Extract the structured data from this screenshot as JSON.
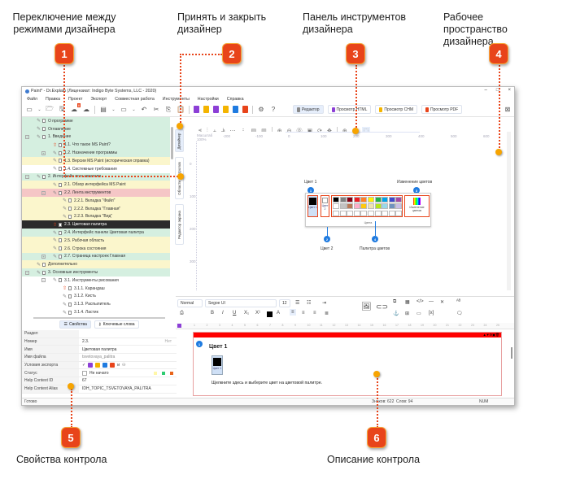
{
  "callouts": [
    {
      "n": "1",
      "text": "Переключение между режимами дизайнера"
    },
    {
      "n": "2",
      "text": "Принять и закрыть дизайнер"
    },
    {
      "n": "3",
      "text": "Панель инструментов дизайнера"
    },
    {
      "n": "4",
      "text": "Рабочее пространство дизайнера"
    },
    {
      "n": "5",
      "text": "Свойства контрола"
    },
    {
      "n": "6",
      "text": "Описание контрола"
    }
  ],
  "window": {
    "title": "Paint* - Dr.Explain (Лицензиат: Indigo Byte Systems, LLC - 2020)",
    "controls": {
      "minimize": "–",
      "maximize": "□",
      "close": "×"
    },
    "menu": [
      "Файл",
      "Правка",
      "Проект",
      "Экспорт",
      "Совместная работа",
      "Инструменты",
      "Настройки",
      "Справка"
    ],
    "toolbar": {
      "upload_badge": "8",
      "view_buttons": [
        {
          "label": "Редактор",
          "color": "#555555"
        },
        {
          "label": "Просмотр HTML",
          "color": "#8c3fd6"
        },
        {
          "label": "Просмотр CHM",
          "color": "#f4b400"
        },
        {
          "label": "Просмотр PDF",
          "color": "#e8441a"
        }
      ],
      "doc_icons_colors": [
        "#8c3fd6",
        "#f4b400",
        "#8c3fd6",
        "#f4b400",
        "#1f7be0",
        "#e8441a"
      ]
    },
    "tree": [
      {
        "label": "О программе",
        "level": 0,
        "bg": "g",
        "icon": "edit"
      },
      {
        "label": "Оглавление",
        "level": 0,
        "bg": "g",
        "icon": "edit"
      },
      {
        "label": "1. Введение",
        "level": 0,
        "bg": "g",
        "icon": "edit",
        "expander": "⊟"
      },
      {
        "label": "1.1. Что такое MS Paint?",
        "level": 1,
        "bg": "g",
        "icon": "up"
      },
      {
        "label": "1.2. Назначение программы",
        "level": 1,
        "bg": "g",
        "icon": "edit",
        "expander": "⊞"
      },
      {
        "label": "1.3. Версии MS Paint (историческая справка)",
        "level": 1,
        "bg": "y",
        "icon": "edit"
      },
      {
        "label": "1.4. Системные требования",
        "level": 1,
        "bg": "w",
        "icon": "edit"
      },
      {
        "label": "2. Интерфейс пользователя",
        "level": 0,
        "bg": "g",
        "icon": "edit",
        "expander": "⊟"
      },
      {
        "label": "2.1. Обзор интерфейса MS Paint",
        "level": 1,
        "bg": "y",
        "icon": "edit"
      },
      {
        "label": "2.2. Лента инструментов",
        "level": 1,
        "bg": "r",
        "icon": "edit",
        "expander": "⊟"
      },
      {
        "label": "2.2.1. Вкладка \"Файл\"",
        "level": 2,
        "bg": "y",
        "icon": "edit"
      },
      {
        "label": "2.2.2. Вкладка \"Главная\"",
        "level": 2,
        "bg": "y",
        "icon": "edit"
      },
      {
        "label": "2.2.3. Вкладка \"Вид\"",
        "level": 2,
        "bg": "y",
        "icon": "edit"
      },
      {
        "label": "2.3. Цветовая палитра",
        "level": 1,
        "bg": "k",
        "icon": "up"
      },
      {
        "label": "2.4. Интерфейс панели Цветовая палитра",
        "level": 1,
        "bg": "g",
        "icon": "edit"
      },
      {
        "label": "2.5. Рабочая область",
        "level": 1,
        "bg": "y",
        "icon": "edit"
      },
      {
        "label": "2.6. Строка состояния",
        "level": 1,
        "bg": "y",
        "icon": "edit"
      },
      {
        "label": "2.7. Страница настроек Главная",
        "level": 1,
        "bg": "g",
        "icon": "edit",
        "expander": "⊞"
      },
      {
        "label": "Дополнительно",
        "level": 0,
        "bg": "y",
        "icon": "edit"
      },
      {
        "label": "3. Основные инструменты",
        "level": 0,
        "bg": "g",
        "icon": "edit",
        "expander": "⊟"
      },
      {
        "label": "3.1. Инструменты рисования",
        "level": 1,
        "bg": "w",
        "icon": "edit",
        "expander": "⊟"
      },
      {
        "label": "3.1.1. Карандаш",
        "level": 2,
        "bg": "w",
        "icon": "up"
      },
      {
        "label": "3.1.2. Кисть",
        "level": 2,
        "bg": "w",
        "icon": "edit"
      },
      {
        "label": "3.1.3. Распылитель",
        "level": 2,
        "bg": "w",
        "icon": "edit"
      },
      {
        "label": "3.1.4. Ластик",
        "level": 2,
        "bg": "w",
        "icon": "edit"
      }
    ],
    "props": {
      "tabs": [
        "Свойства",
        "Ключевые слова"
      ],
      "rows": [
        {
          "key": "Раздел",
          "value": ""
        },
        {
          "key": "Номер",
          "value": "2.3.",
          "extra": "Нет"
        },
        {
          "key": "Имя",
          "value": "Цветовая палитра"
        },
        {
          "key": "Имя файла",
          "value": "tsvetovaya_palitra"
        },
        {
          "key": "Условия экспорта",
          "value": "и"
        },
        {
          "key": "Статус",
          "value": "Не начато"
        },
        {
          "key": "Help Context ID",
          "value": "67"
        },
        {
          "key": "Help Context Alias",
          "value": "IDH_TOPIC_TSVETOVAYA_PALITRA"
        }
      ]
    },
    "side_tabs": [
      "Дизайнер",
      "Области контролов",
      "Редактор экрана"
    ],
    "canvas": {
      "zoom_label": "Масштаб 100%",
      "ruler_top": [
        "-200",
        "-100",
        "0",
        "100",
        "200",
        "300",
        "400",
        "500",
        "600"
      ],
      "ruler_left": [
        "0",
        "100",
        "200",
        "300"
      ],
      "markers": [
        {
          "n": "1",
          "label": "Цвет 1"
        },
        {
          "n": "2",
          "label": "Цвет 2"
        },
        {
          "n": "3",
          "label": "Изменение цветов"
        },
        {
          "n": "4",
          "label": "Палитра цветов"
        }
      ],
      "palette": {
        "color1_label": "Цвет 1",
        "color2_label": "Цвет 2",
        "edit_label": "Изменение цветов",
        "group_label": "Цвета",
        "row1": [
          "#000000",
          "#7f7f7f",
          "#880015",
          "#ed1c24",
          "#ff7f27",
          "#fff200",
          "#22b14c",
          "#00a2e8",
          "#3f48cc",
          "#a349a4"
        ],
        "row2": [
          "#ffffff",
          "#c3c3c3",
          "#b97a57",
          "#ffaec9",
          "#ffc90e",
          "#efe4b0",
          "#b5e61d",
          "#99d9ea",
          "#7092be",
          "#c8bfe7"
        ]
      }
    },
    "editor": {
      "style": "Normal",
      "font": "Segoe UI",
      "size": "12",
      "heading": "Цвет 1",
      "thumb_label": "Цвет 1",
      "body": "Щелкните здесь и выберите цвет на цветовой палитре.",
      "ruler": [
        "1",
        "2",
        "3",
        "4",
        "5",
        "6",
        "7",
        "8",
        "9",
        "10",
        "11",
        "12",
        "13",
        "14",
        "15",
        "16",
        "17",
        "18",
        "19",
        "20",
        "21",
        "22",
        "23",
        "24",
        "25"
      ]
    },
    "status": {
      "ready": "Готово",
      "chars": "Знаков: 622",
      "words": "Слов: 94",
      "num": "NUM"
    }
  }
}
